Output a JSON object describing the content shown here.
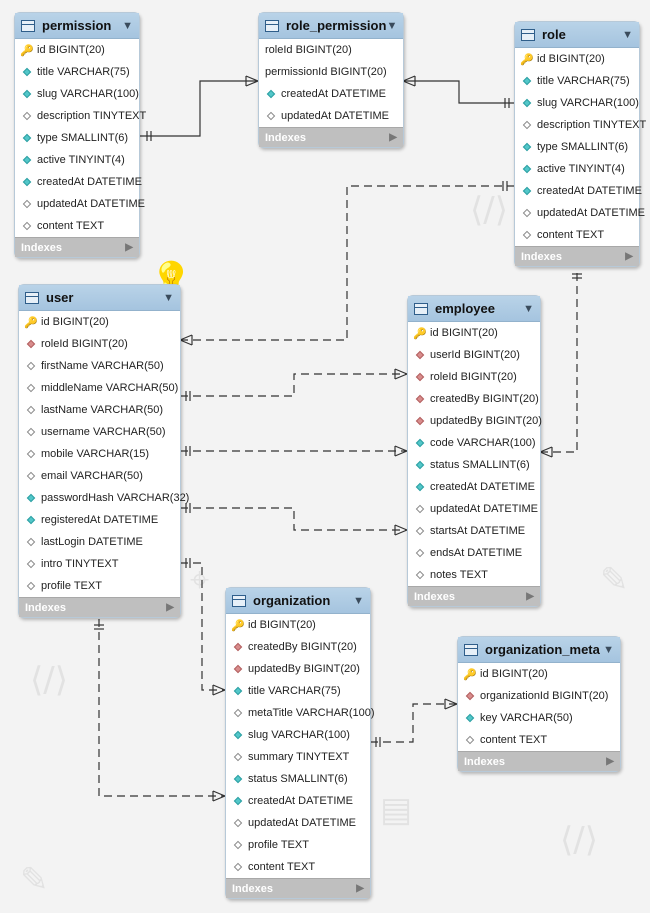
{
  "diagram": {
    "indexes_label": "Indexes",
    "tables": [
      {
        "id": "permission",
        "name": "permission",
        "columns": [
          {
            "name": "id BIGINT(20)",
            "kind": "pk"
          },
          {
            "name": "title VARCHAR(75)",
            "kind": "col"
          },
          {
            "name": "slug VARCHAR(100)",
            "kind": "col"
          },
          {
            "name": "description TINYTEXT",
            "kind": "nul"
          },
          {
            "name": "type SMALLINT(6)",
            "kind": "col"
          },
          {
            "name": "active TINYINT(4)",
            "kind": "col"
          },
          {
            "name": "createdAt DATETIME",
            "kind": "col"
          },
          {
            "name": "updatedAt DATETIME",
            "kind": "nul"
          },
          {
            "name": "content TEXT",
            "kind": "nul"
          }
        ]
      },
      {
        "id": "role_permission",
        "name": "role_permission",
        "columns": [
          {
            "name": "roleId BIGINT(20)",
            "kind": "none"
          },
          {
            "name": "permissionId BIGINT(20)",
            "kind": "none"
          },
          {
            "name": "createdAt DATETIME",
            "kind": "col"
          },
          {
            "name": "updatedAt DATETIME",
            "kind": "nul"
          }
        ]
      },
      {
        "id": "role",
        "name": "role",
        "columns": [
          {
            "name": "id BIGINT(20)",
            "kind": "pk"
          },
          {
            "name": "title VARCHAR(75)",
            "kind": "col"
          },
          {
            "name": "slug VARCHAR(100)",
            "kind": "col"
          },
          {
            "name": "description TINYTEXT",
            "kind": "nul"
          },
          {
            "name": "type SMALLINT(6)",
            "kind": "col"
          },
          {
            "name": "active TINYINT(4)",
            "kind": "col"
          },
          {
            "name": "createdAt DATETIME",
            "kind": "col"
          },
          {
            "name": "updatedAt DATETIME",
            "kind": "nul"
          },
          {
            "name": "content TEXT",
            "kind": "nul"
          }
        ]
      },
      {
        "id": "user",
        "name": "user",
        "columns": [
          {
            "name": "id BIGINT(20)",
            "kind": "pk"
          },
          {
            "name": "roleId BIGINT(20)",
            "kind": "fk"
          },
          {
            "name": "firstName VARCHAR(50)",
            "kind": "nul"
          },
          {
            "name": "middleName VARCHAR(50)",
            "kind": "nul"
          },
          {
            "name": "lastName VARCHAR(50)",
            "kind": "nul"
          },
          {
            "name": "username VARCHAR(50)",
            "kind": "nul"
          },
          {
            "name": "mobile VARCHAR(15)",
            "kind": "nul"
          },
          {
            "name": "email VARCHAR(50)",
            "kind": "nul"
          },
          {
            "name": "passwordHash VARCHAR(32)",
            "kind": "col"
          },
          {
            "name": "registeredAt DATETIME",
            "kind": "col"
          },
          {
            "name": "lastLogin DATETIME",
            "kind": "nul"
          },
          {
            "name": "intro TINYTEXT",
            "kind": "nul"
          },
          {
            "name": "profile TEXT",
            "kind": "nul"
          }
        ]
      },
      {
        "id": "employee",
        "name": "employee",
        "columns": [
          {
            "name": "id BIGINT(20)",
            "kind": "pk"
          },
          {
            "name": "userId BIGINT(20)",
            "kind": "fk"
          },
          {
            "name": "roleId BIGINT(20)",
            "kind": "fk"
          },
          {
            "name": "createdBy BIGINT(20)",
            "kind": "fk"
          },
          {
            "name": "updatedBy BIGINT(20)",
            "kind": "fk"
          },
          {
            "name": "code VARCHAR(100)",
            "kind": "col"
          },
          {
            "name": "status SMALLINT(6)",
            "kind": "col"
          },
          {
            "name": "createdAt DATETIME",
            "kind": "col"
          },
          {
            "name": "updatedAt DATETIME",
            "kind": "nul"
          },
          {
            "name": "startsAt DATETIME",
            "kind": "nul"
          },
          {
            "name": "endsAt DATETIME",
            "kind": "nul"
          },
          {
            "name": "notes TEXT",
            "kind": "nul"
          }
        ]
      },
      {
        "id": "organization",
        "name": "organization",
        "columns": [
          {
            "name": "id BIGINT(20)",
            "kind": "pk"
          },
          {
            "name": "createdBy BIGINT(20)",
            "kind": "fk"
          },
          {
            "name": "updatedBy BIGINT(20)",
            "kind": "fk"
          },
          {
            "name": "title VARCHAR(75)",
            "kind": "col"
          },
          {
            "name": "metaTitle VARCHAR(100)",
            "kind": "nul"
          },
          {
            "name": "slug VARCHAR(100)",
            "kind": "col"
          },
          {
            "name": "summary TINYTEXT",
            "kind": "nul"
          },
          {
            "name": "status SMALLINT(6)",
            "kind": "col"
          },
          {
            "name": "createdAt DATETIME",
            "kind": "col"
          },
          {
            "name": "updatedAt DATETIME",
            "kind": "nul"
          },
          {
            "name": "profile TEXT",
            "kind": "nul"
          },
          {
            "name": "content TEXT",
            "kind": "nul"
          }
        ]
      },
      {
        "id": "organization_meta",
        "name": "organization_meta",
        "columns": [
          {
            "name": "id BIGINT(20)",
            "kind": "pk"
          },
          {
            "name": "organizationId BIGINT(20)",
            "kind": "fk"
          },
          {
            "name": "key VARCHAR(50)",
            "kind": "col"
          },
          {
            "name": "content TEXT",
            "kind": "nul"
          }
        ]
      }
    ],
    "relationships": [
      {
        "from": "role_permission",
        "to": "permission",
        "style": "solid"
      },
      {
        "from": "role_permission",
        "to": "role",
        "style": "solid"
      },
      {
        "from": "user",
        "to": "role",
        "style": "dashed"
      },
      {
        "from": "employee",
        "to": "user",
        "style": "dashed"
      },
      {
        "from": "employee",
        "to": "role",
        "style": "dashed"
      },
      {
        "from": "organization",
        "to": "user",
        "style": "dashed"
      },
      {
        "from": "organization_meta",
        "to": "organization",
        "style": "dashed"
      }
    ]
  }
}
